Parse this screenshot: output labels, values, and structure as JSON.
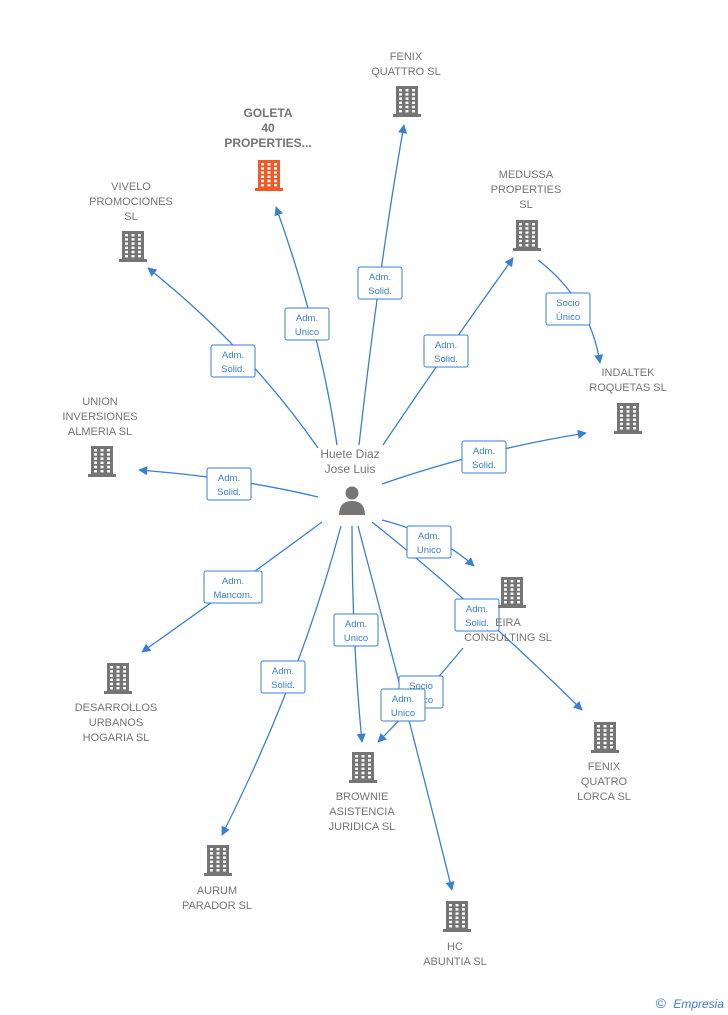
{
  "center": {
    "name_lines": [
      "Huete Diaz",
      "Jose Luis"
    ],
    "icon": "person-icon"
  },
  "nodes": [
    {
      "id": "fenix-quattro",
      "lines": [
        "FENIX",
        "QUATTRO  SL"
      ],
      "highlight": false
    },
    {
      "id": "goleta",
      "lines": [
        "GOLETA",
        "40",
        "PROPERTIES..."
      ],
      "highlight": true
    },
    {
      "id": "vivelo",
      "lines": [
        "VIVELO",
        "PROMOCIONES",
        "SL"
      ],
      "highlight": false
    },
    {
      "id": "medussa",
      "lines": [
        "MEDUSSA",
        "PROPERTIES",
        "SL"
      ],
      "highlight": false
    },
    {
      "id": "indaltek",
      "lines": [
        "INDALTEK",
        "ROQUETAS  SL"
      ],
      "highlight": false
    },
    {
      "id": "union",
      "lines": [
        "UNION",
        "INVERSIONES",
        "ALMERIA  SL"
      ],
      "highlight": false
    },
    {
      "id": "eira",
      "lines": [
        "EIRA",
        "CONSULTING SL"
      ],
      "highlight": false
    },
    {
      "id": "desarrollos",
      "lines": [
        "DESARROLLOS",
        "URBANOS",
        "HOGARIA  SL"
      ],
      "highlight": false
    },
    {
      "id": "fenix-quatro",
      "lines": [
        "FENIX",
        "QUATRO",
        "LORCA  SL"
      ],
      "highlight": false
    },
    {
      "id": "brownie",
      "lines": [
        "BROWNIE",
        "ASISTENCIA",
        "JURIDICA  SL"
      ],
      "highlight": false
    },
    {
      "id": "aurum",
      "lines": [
        "AURUM",
        "PARADOR  SL"
      ],
      "highlight": false
    },
    {
      "id": "hc",
      "lines": [
        "HC",
        "ABUNTIA  SL"
      ],
      "highlight": false
    }
  ],
  "edges": [
    {
      "to": "fenix-quattro",
      "label": [
        "Adm.",
        "Solid."
      ]
    },
    {
      "to": "goleta",
      "label": [
        "Adm.",
        "Unico"
      ]
    },
    {
      "to": "vivelo",
      "label": [
        "Adm.",
        "Solid."
      ]
    },
    {
      "to": "medussa",
      "label": [
        "Adm.",
        "Solid."
      ]
    },
    {
      "from": "medussa",
      "to": "indaltek",
      "label": [
        "Socio",
        "Único"
      ]
    },
    {
      "to": "indaltek",
      "label": [
        "Adm.",
        "Solid."
      ]
    },
    {
      "to": "union",
      "label": [
        "Adm.",
        "Solid."
      ]
    },
    {
      "to": "eira",
      "label": [
        "Adm.",
        "Unico"
      ]
    },
    {
      "to": "fenix-quatro",
      "label": [
        "Adm.",
        "Solid."
      ]
    },
    {
      "to": "desarrollos",
      "label": [
        "Adm.",
        "Mancom."
      ]
    },
    {
      "to": "brownie",
      "label": [
        "Adm.",
        "Unico"
      ]
    },
    {
      "from": "eira",
      "to": "brownie",
      "label": [
        "Socio",
        "Único"
      ]
    },
    {
      "to": "aurum",
      "label": [
        "Adm.",
        "Solid."
      ]
    },
    {
      "to": "hc",
      "label": [
        "Adm.",
        "Unico"
      ]
    }
  ],
  "colors": {
    "edge": "#3a7fd1",
    "building": "#757575",
    "highlight": "#f05a28",
    "text": "#757575"
  },
  "footer": {
    "copyright": "©",
    "brand": "Empresia"
  }
}
